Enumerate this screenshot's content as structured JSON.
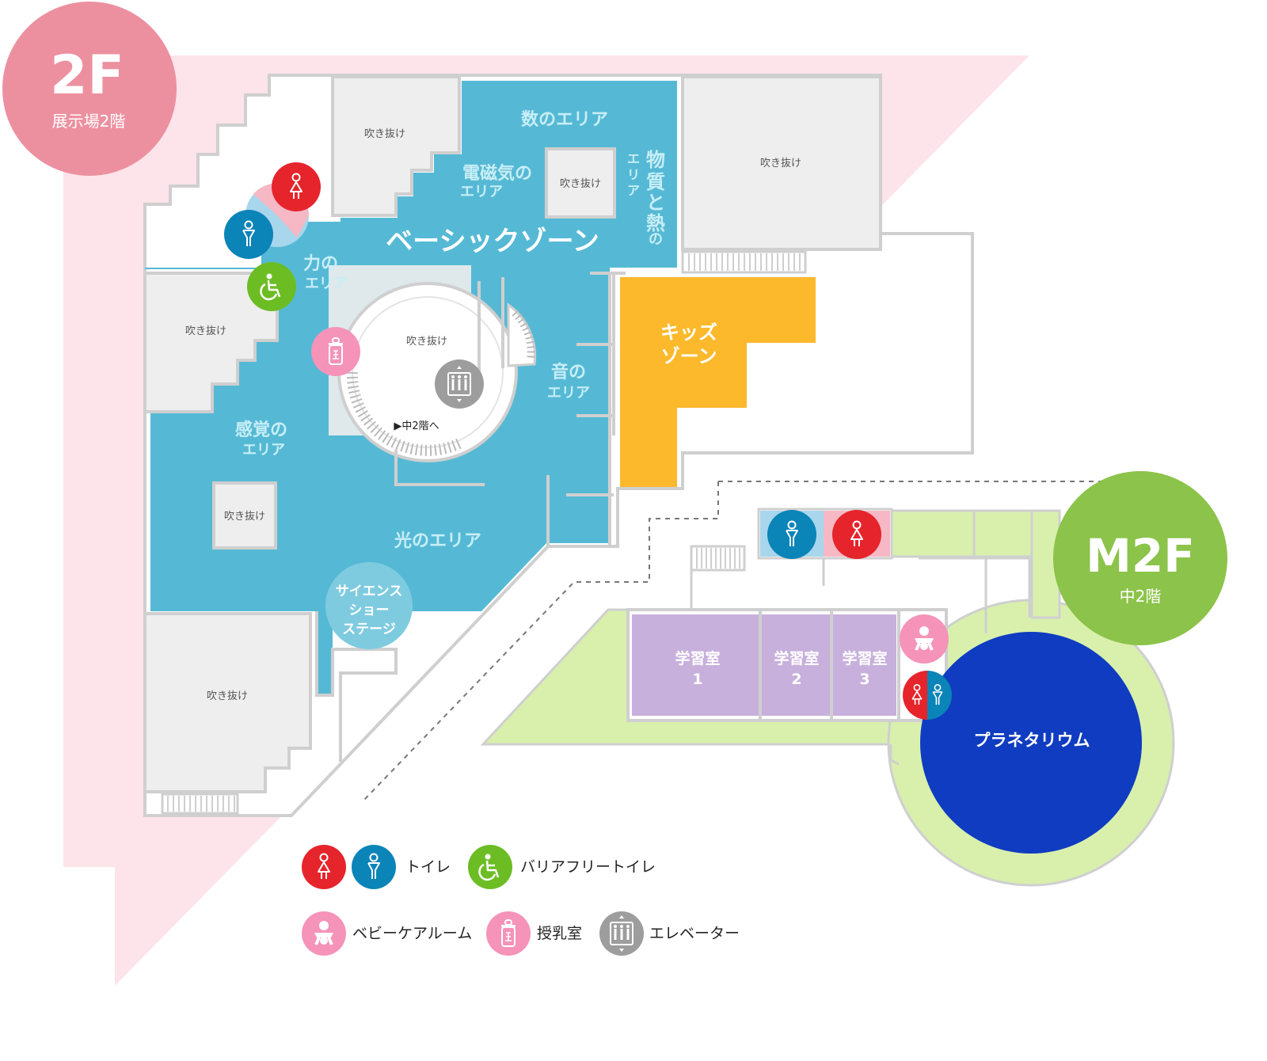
{
  "floors": {
    "floor_2f": {
      "title": "2F",
      "subtitle": "展示場2階"
    },
    "floor_m2f": {
      "title": "M2F",
      "subtitle": "中2階"
    }
  },
  "areas": {
    "basic_zone": "ベーシックゾーン",
    "number_area": "数のエリア",
    "em_area": [
      "電磁気の",
      "エリア"
    ],
    "matter_area": [
      "物",
      "質",
      "と",
      "熱",
      "の"
    ],
    "matter_area_small": [
      "エ",
      "リ",
      "ア"
    ],
    "force_area": [
      "力の",
      "エリア"
    ],
    "sound_area": [
      "音の",
      "エリア"
    ],
    "sense_area": [
      "感覚の",
      "エリア"
    ],
    "light_area": "光のエリア",
    "science_stage": [
      "サイエンス",
      "ショー",
      "ステージ"
    ],
    "kids_zone": [
      "キッズ",
      "ゾーン"
    ],
    "study_rooms": [
      {
        "label": "学習室",
        "number": "1"
      },
      {
        "label": "学習室",
        "number": "2"
      },
      {
        "label": "学習室",
        "number": "3"
      }
    ],
    "planetarium": "プラネタリウム",
    "to_m2f": "▶中2階へ",
    "void": "吹き抜け"
  },
  "legend": {
    "toilet": "トイレ",
    "barrier_free_toilet": "バリアフリートイレ",
    "baby_care": "ベビーケアルーム",
    "nursing": "授乳室",
    "elevator": "エレベーター"
  },
  "colors": {
    "pink_bg": "#fde3ea",
    "basic_blue": "#55b9d5",
    "kids_yellow": "#fdb92c",
    "study_purple": "#c8b0dc",
    "planetarium_blue": "#0f3cc0",
    "m2f_green": "#8cc34a",
    "floor2_pink": "#ec909f",
    "toilet_red": "#e6242c",
    "toilet_blue": "#0b84b8",
    "barrier_free_green": "#6cbd24",
    "baby_pink": "#f593b9",
    "elevator_gray": "#9d9d9d"
  }
}
